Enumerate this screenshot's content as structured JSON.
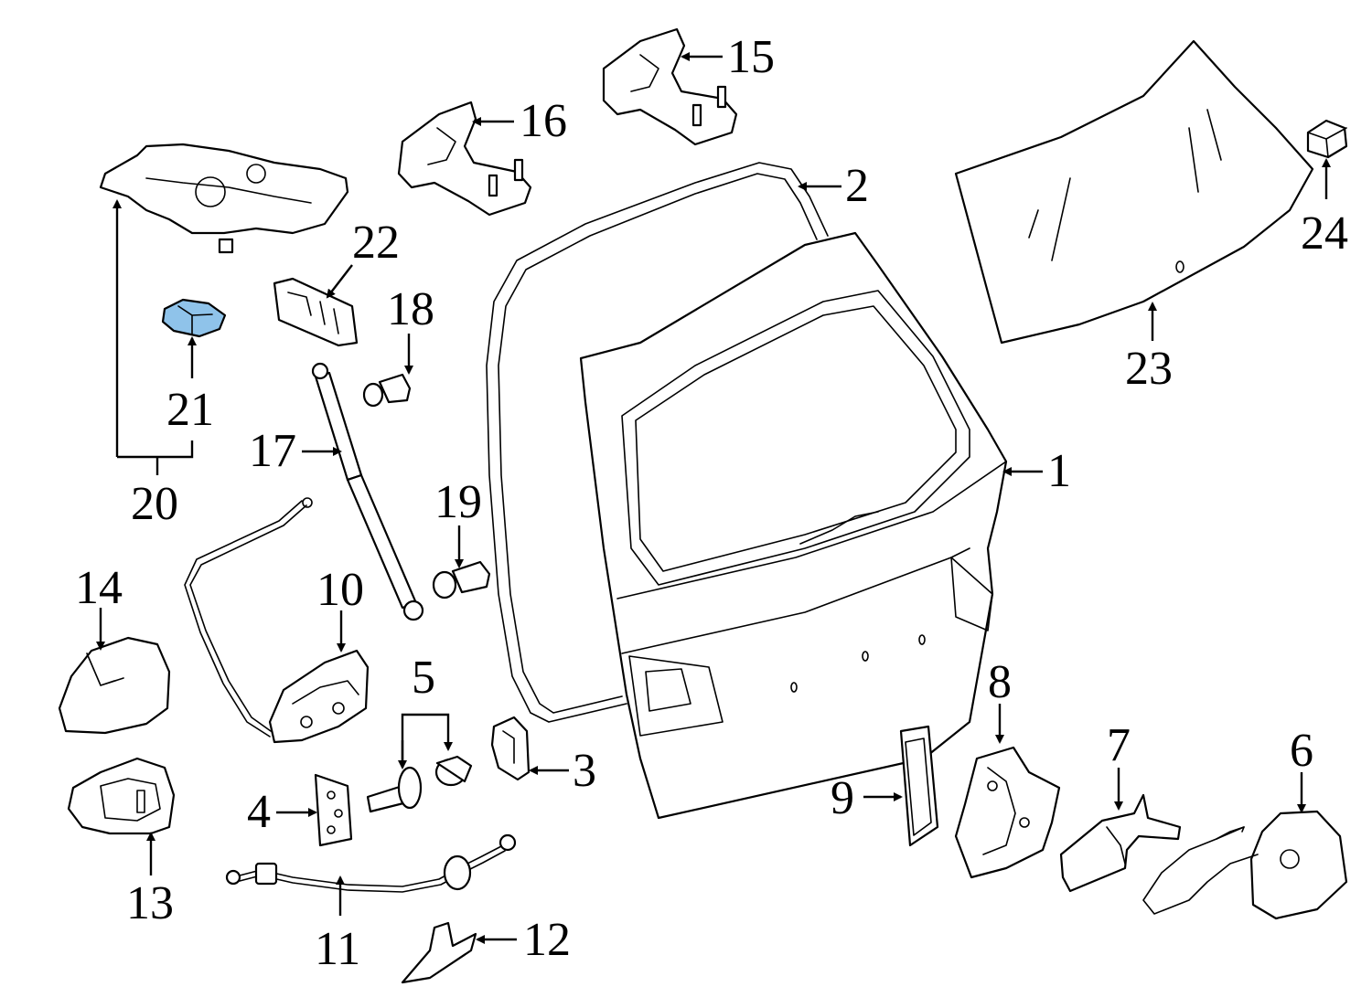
{
  "diagram": {
    "highlight_color": "#8fc3ea",
    "line_color": "#000000",
    "background": "#ffffff"
  },
  "callouts": {
    "c1": "1",
    "c2": "2",
    "c3": "3",
    "c4": "4",
    "c5": "5",
    "c6": "6",
    "c7": "7",
    "c8": "8",
    "c9": "9",
    "c10": "10",
    "c11": "11",
    "c12": "12",
    "c13": "13",
    "c14": "14",
    "c15": "15",
    "c16": "16",
    "c17": "17",
    "c18": "18",
    "c19": "19",
    "c20": "20",
    "c21": "21",
    "c22": "22",
    "c23": "23",
    "c24": "24"
  }
}
